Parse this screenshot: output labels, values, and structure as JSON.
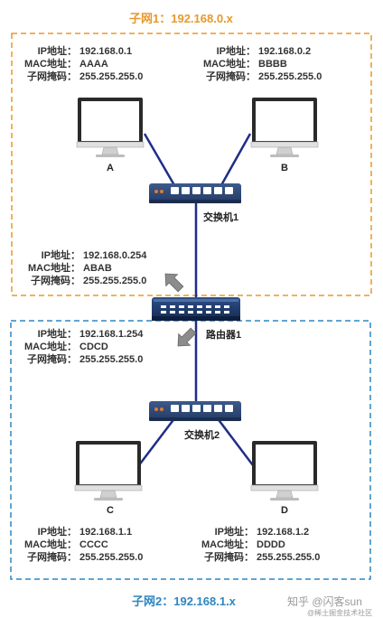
{
  "subnet1": {
    "title": "子网1：192.168.0.x",
    "color": "#e8982a"
  },
  "subnet2": {
    "title": "子网2：192.168.1.x",
    "color": "#2e86c1"
  },
  "host_a": {
    "name": "A",
    "ip_label": "IP地址：",
    "ip": "192.168.0.1",
    "mac_label": "MAC地址：",
    "mac": "AAAA",
    "mask_label": "子网掩码：",
    "mask": "255.255.255.0"
  },
  "host_b": {
    "name": "B",
    "ip_label": "IP地址：",
    "ip": "192.168.0.2",
    "mac_label": "MAC地址：",
    "mac": "BBBB",
    "mask_label": "子网掩码：",
    "mask": "255.255.255.0"
  },
  "host_c": {
    "name": "C",
    "ip_label": "IP地址：",
    "ip": "192.168.1.1",
    "mac_label": "MAC地址：",
    "mac": "CCCC",
    "mask_label": "子网掩码：",
    "mask": "255.255.255.0"
  },
  "host_d": {
    "name": "D",
    "ip_label": "IP地址：",
    "ip": "192.168.1.2",
    "mac_label": "MAC地址：",
    "mac": "DDDD",
    "mask_label": "子网掩码：",
    "mask": "255.255.255.0"
  },
  "router_if1": {
    "ip_label": "IP地址：",
    "ip": "192.168.0.254",
    "mac_label": "MAC地址：",
    "mac": "ABAB",
    "mask_label": "子网掩码：",
    "mask": "255.255.255.0"
  },
  "router_if2": {
    "ip_label": "IP地址：",
    "ip": "192.168.1.254",
    "mac_label": "MAC地址：",
    "mac": "CDCD",
    "mask_label": "子网掩码：",
    "mask": "255.255.255.0"
  },
  "switch1": {
    "name": "交换机1"
  },
  "switch2": {
    "name": "交换机2"
  },
  "router": {
    "name": "路由器1"
  },
  "watermark": {
    "line1": "知乎 @闪客sun",
    "line2": "@稀土掘金技术社区"
  },
  "colors": {
    "link": "#1f2d8a",
    "screen": "#2a2a2a",
    "switch_body": "#2f4672",
    "router_body": "#1f3a6b",
    "arrow": "#8c8c8c"
  }
}
